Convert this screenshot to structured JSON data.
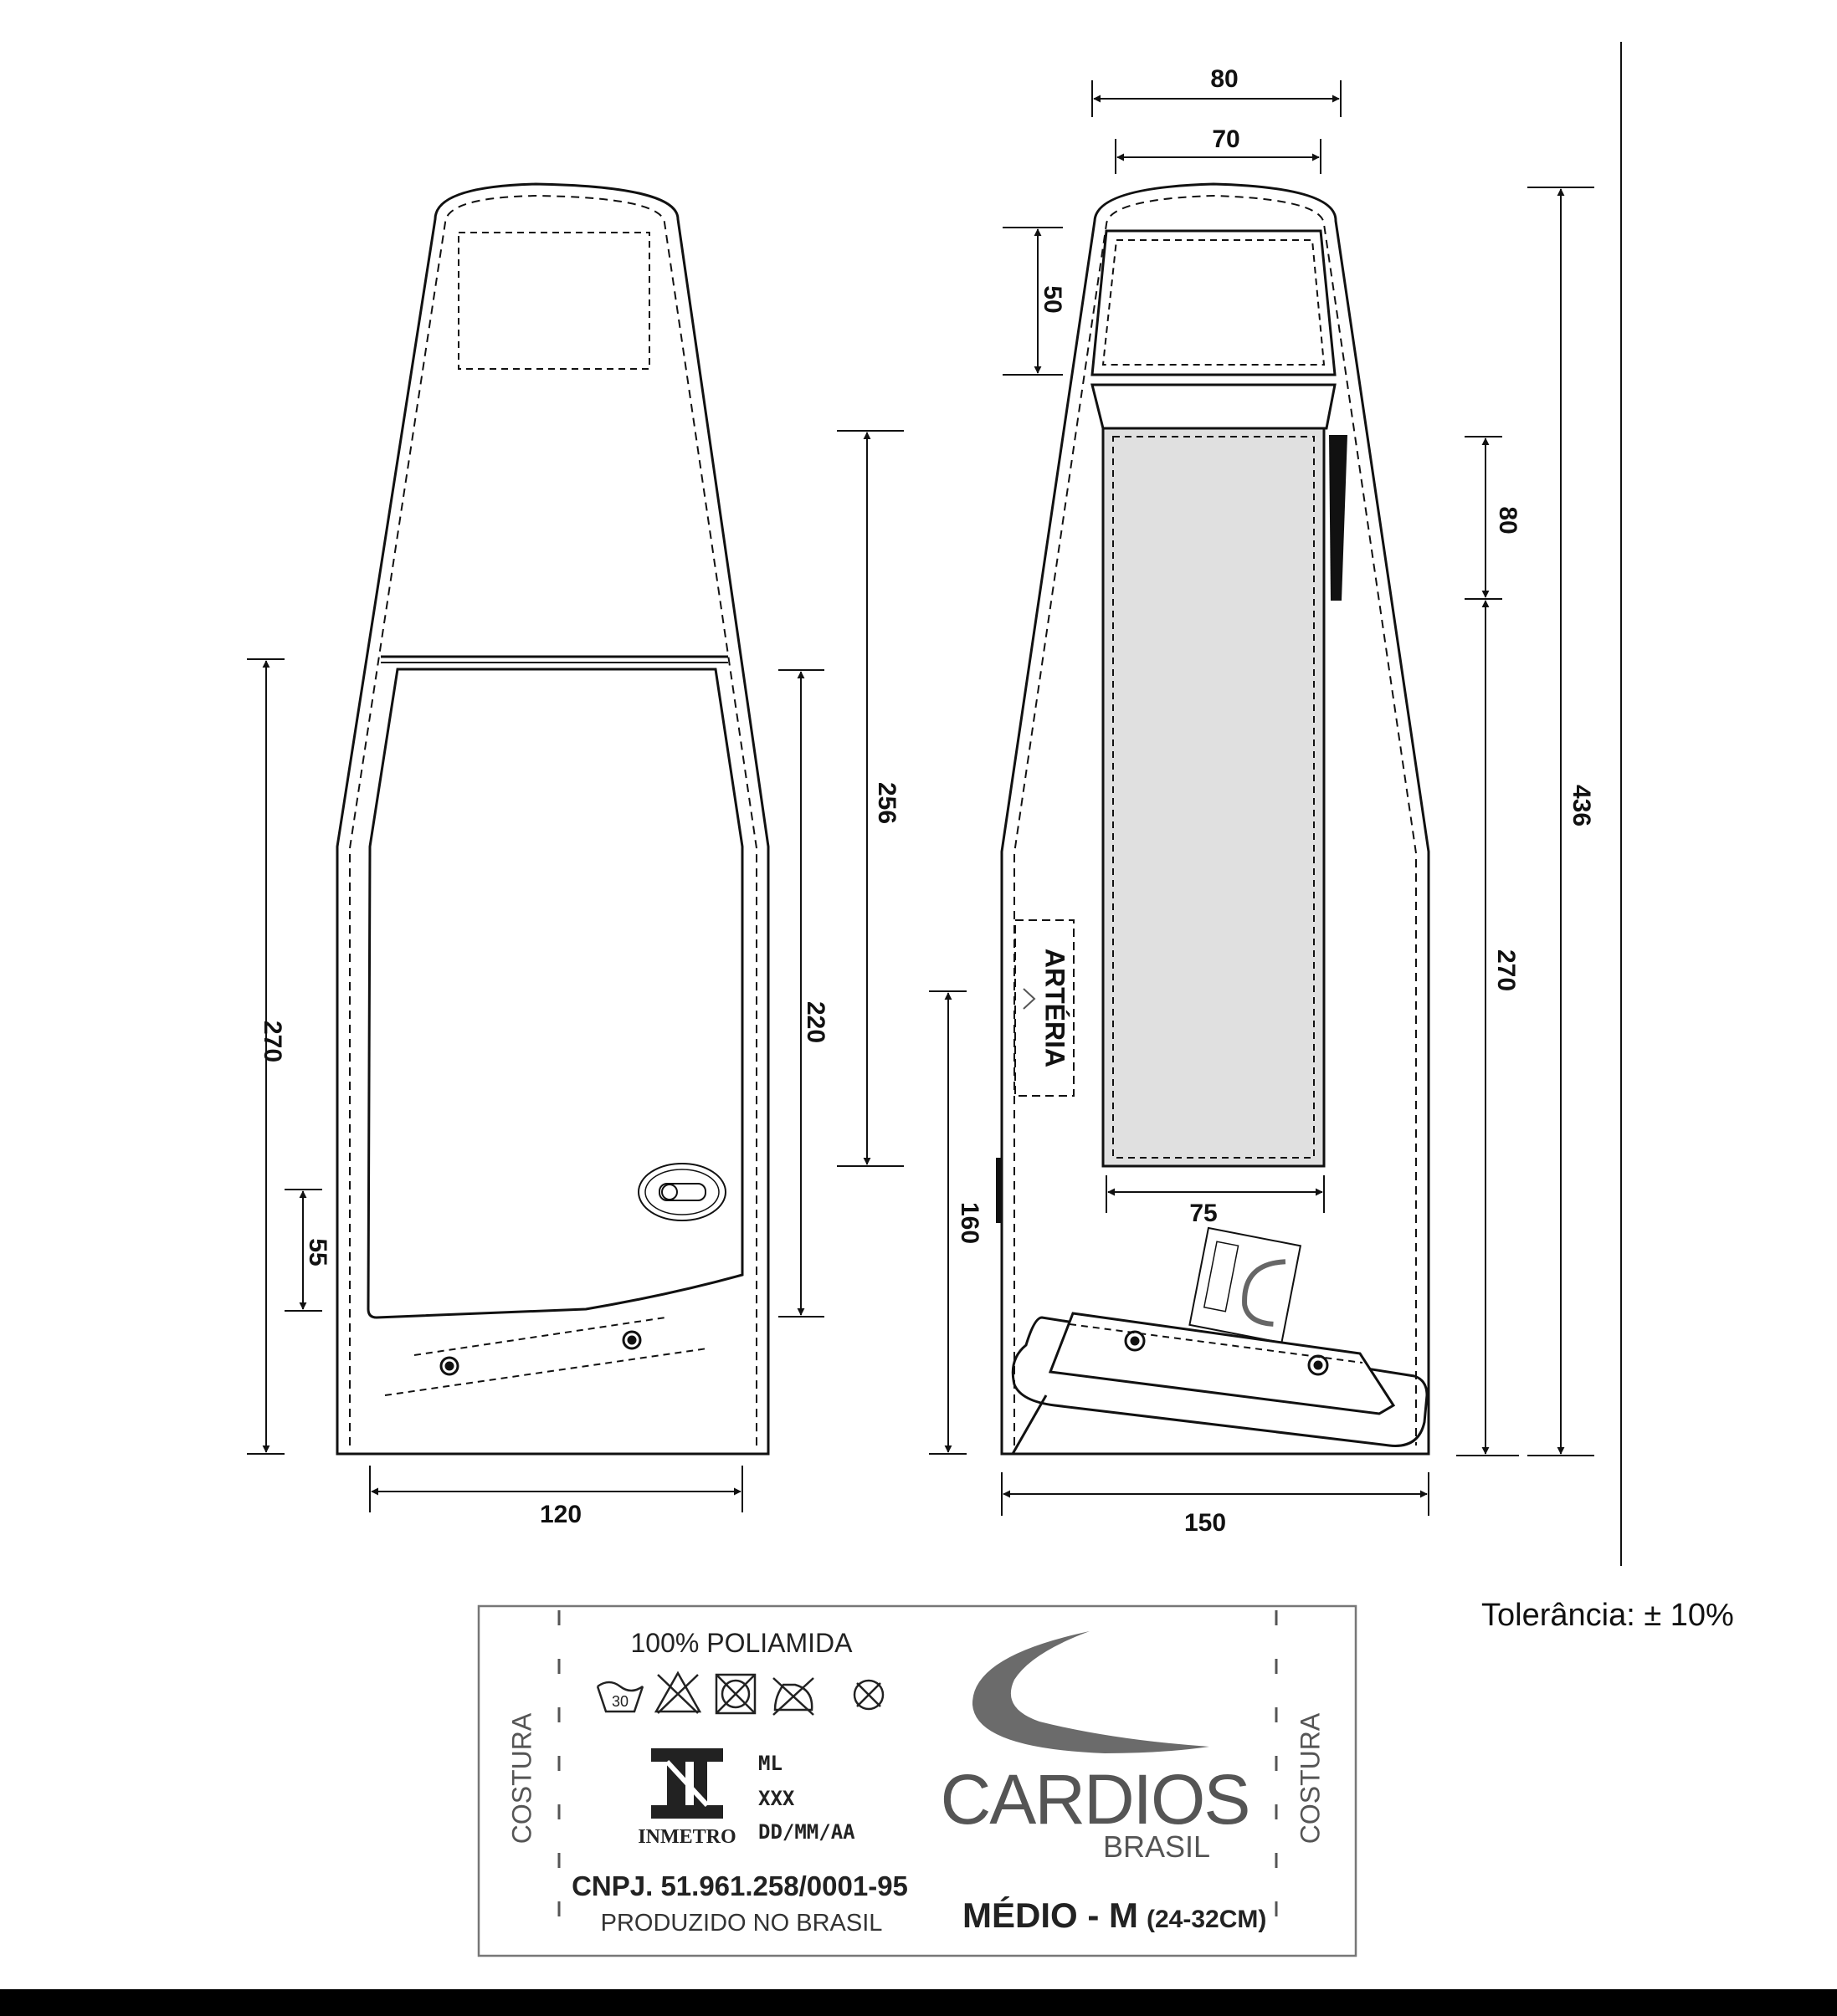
{
  "dimensions": {
    "front_left_height": "270",
    "front_button_offset": "55",
    "front_pocket_height": "220",
    "front_upper_height": "256",
    "front_width": "120",
    "back_top_outer_width": "80",
    "back_top_inner_width": "70",
    "back_window_height": "50",
    "back_clip_height": "80",
    "back_lower_height": "270",
    "back_total_height": "436",
    "back_strip_width": "75",
    "back_tube_height": "160",
    "back_width": "150"
  },
  "marker": {
    "label": "ARTÉRIA"
  },
  "tolerance": "Tolerância: ± 10%",
  "label": {
    "material": "100% POLIAMIDA",
    "wash_temp": "30",
    "care_icons": [
      "wash-30-icon",
      "no-bleach-icon",
      "no-tumble-dry-icon",
      "no-iron-icon",
      "no-dry-clean-icon"
    ],
    "inmetro": "INMETRO",
    "codes": [
      "ML",
      "XXX",
      "DD/MM/AA"
    ],
    "cnpj": "CNPJ. 51.961.258/0001-95",
    "origin": "PRODUZIDO NO BRASIL",
    "brand": "CARDIOS",
    "brand_sub": "BRASIL",
    "size_main": "MÉDIO - M",
    "size_range": "(24-32CM)",
    "seam_left": "COSTURA",
    "seam_right": "COSTURA"
  },
  "colors": {
    "line": "#111111",
    "strip_fill": "#e0e0e0",
    "logo_gray": "#6b6b6b",
    "label_text": "#222222"
  }
}
